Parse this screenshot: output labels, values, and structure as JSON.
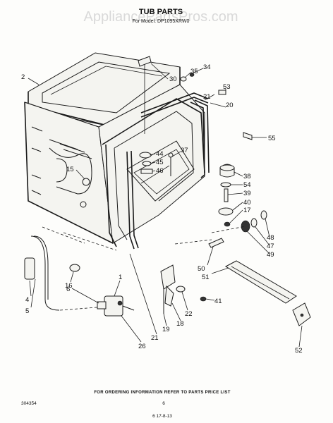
{
  "watermark": "AppliancePartsPros.com",
  "header": {
    "title": "TUB PARTS",
    "model_line": "For Model: DP1095XRW0"
  },
  "callouts": [
    {
      "id": "c2",
      "label": "2"
    },
    {
      "id": "c30",
      "label": "30"
    },
    {
      "id": "c35",
      "label": "35"
    },
    {
      "id": "c34",
      "label": "34"
    },
    {
      "id": "c53",
      "label": "53"
    },
    {
      "id": "c21a",
      "label": "21"
    },
    {
      "id": "c20",
      "label": "20"
    },
    {
      "id": "c55",
      "label": "55"
    },
    {
      "id": "c44",
      "label": "44"
    },
    {
      "id": "c45",
      "label": "45"
    },
    {
      "id": "c46",
      "label": "46"
    },
    {
      "id": "c37",
      "label": "37"
    },
    {
      "id": "c38",
      "label": "38"
    },
    {
      "id": "c54",
      "label": "54"
    },
    {
      "id": "c39",
      "label": "39"
    },
    {
      "id": "c40",
      "label": "40"
    },
    {
      "id": "c17",
      "label": "17"
    },
    {
      "id": "c15",
      "label": "15"
    },
    {
      "id": "c48",
      "label": "48"
    },
    {
      "id": "c47",
      "label": "47"
    },
    {
      "id": "c49",
      "label": "49"
    },
    {
      "id": "c50",
      "label": "50"
    },
    {
      "id": "c51",
      "label": "51"
    },
    {
      "id": "c16",
      "label": "16"
    },
    {
      "id": "c4",
      "label": "4"
    },
    {
      "id": "c5",
      "label": "5"
    },
    {
      "id": "c6",
      "label": "6"
    },
    {
      "id": "c1",
      "label": "1"
    },
    {
      "id": "c41",
      "label": "41"
    },
    {
      "id": "c22",
      "label": "22"
    },
    {
      "id": "c18",
      "label": "18"
    },
    {
      "id": "c19",
      "label": "19"
    },
    {
      "id": "c21b",
      "label": "21"
    },
    {
      "id": "c26",
      "label": "26"
    },
    {
      "id": "c52",
      "label": "52"
    }
  ],
  "footer": {
    "ordering_note": "FOR ORDERING INFORMATION REFER TO PARTS PRICE LIST",
    "doc_number": "304354",
    "page_number": "6",
    "revision_note": "6 17-8-13"
  }
}
